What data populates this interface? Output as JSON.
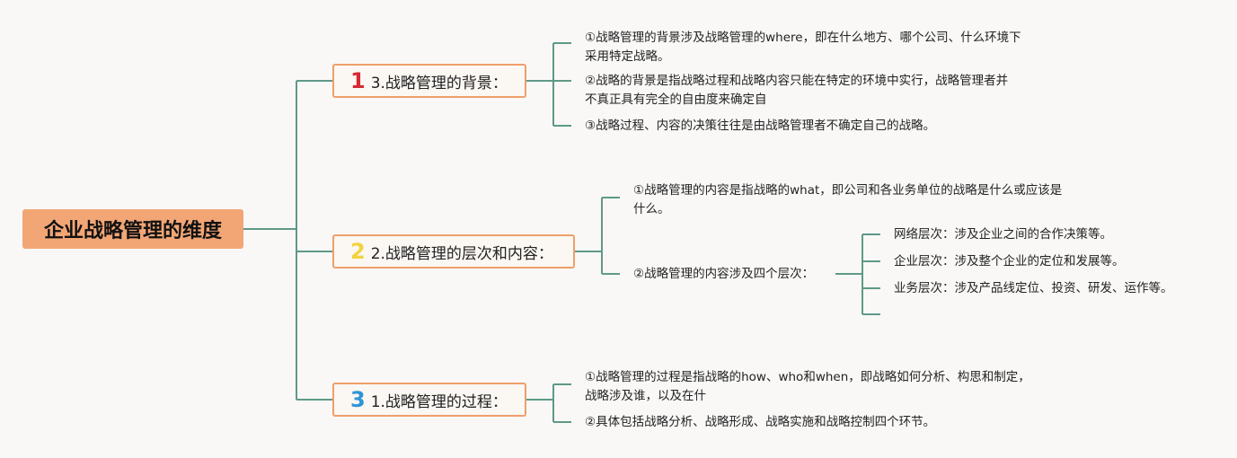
{
  "root": {
    "label": "企业战略管理的维度"
  },
  "branches": [
    {
      "badge": "1",
      "badge_color": "#d42a34",
      "label": "3.战略管理的背景：",
      "items": [
        {
          "lines": [
            "①战略管理的背景涉及战略管理的where，即在什么地方、哪个公司、什么环境下",
            "采用特定战略。"
          ]
        },
        {
          "lines": [
            "②战略的背景是指战略过程和战略内容只能在特定的环境中实行，战略管理者并",
            "不真正具有完全的自由度来确定自"
          ]
        },
        {
          "lines": [
            "③战略过程、内容的决策往往是由战略管理者不确定自己的战略。"
          ]
        }
      ]
    },
    {
      "badge": "2",
      "badge_color": "#f1d33d",
      "label": "2.战略管理的层次和内容：",
      "items": [
        {
          "lines": [
            "①战略管理的内容是指战略的what，即公司和各业务单位的战略是什么或应该是",
            "什么。"
          ]
        },
        {
          "lines": [
            "②战略管理的内容涉及四个层次："
          ]
        }
      ],
      "levels": [
        "网络层次：涉及企业之间的合作决策等。",
        "企业层次：涉及整个企业的定位和发展等。",
        "业务层次：涉及产品线定位、投资、研发、运作等。",
        ""
      ]
    },
    {
      "badge": "3",
      "badge_color": "#2f94d6",
      "label": "1.战略管理的过程：",
      "items": [
        {
          "lines": [
            "①战略管理的过程是指战略的how、who和when，即战略如何分析、构思和制定，",
            "战略涉及谁，以及在什"
          ]
        },
        {
          "lines": [
            "②具体包括战略分析、战略形成、战略实施和战略控制四个环节。"
          ]
        }
      ]
    }
  ],
  "colors": {
    "connector": "#5f9988",
    "branch_border": "#ef9f6a",
    "root_fill": "#f2a675"
  }
}
